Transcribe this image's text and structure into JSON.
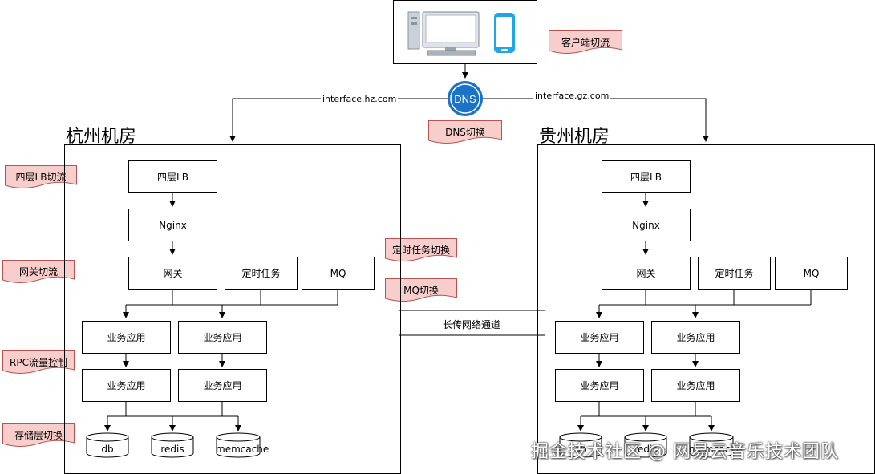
{
  "client": {
    "switch_tag": "客户端切流"
  },
  "dns": {
    "icon_label": "DNS",
    "tag": "DNS切换",
    "left_domain": "interface.hz.com",
    "right_domain": "interface.gz.com"
  },
  "hz": {
    "title": "杭州机房",
    "lb": "四层LB",
    "nginx": "Nginx",
    "gateway": "网关",
    "cron": "定时任务",
    "mq": "MQ",
    "app1": "业务应用",
    "app2": "业务应用",
    "app3": "业务应用",
    "app4": "业务应用",
    "db": "db",
    "redis": "redis",
    "memcache": "memcache"
  },
  "gz": {
    "title": "贵州机房",
    "lb": "四层LB",
    "nginx": "Nginx",
    "gateway": "网关",
    "cron": "定时任务",
    "mq": "MQ",
    "app1": "业务应用",
    "app2": "业务应用",
    "app3": "业务应用",
    "app4": "业务应用",
    "db": "db",
    "redis": "redis",
    "memcache": "memcache"
  },
  "tags": {
    "lb_switch": "四层LB切流",
    "gateway_switch": "网关切流",
    "rpc_control": "RPC流量控制",
    "storage_switch": "存储层切换",
    "cron_switch": "定时任务切换",
    "mq_switch": "MQ切换"
  },
  "tunnel": {
    "label": "长传网络通道"
  },
  "watermark": "掘金技术社区 @ 网易云音乐技术团队",
  "colors": {
    "tag_fill": "#f8cecc",
    "tag_stroke": "#b85450",
    "dns_blue": "#1a73c8",
    "phone_blue": "#1ea7e8"
  }
}
